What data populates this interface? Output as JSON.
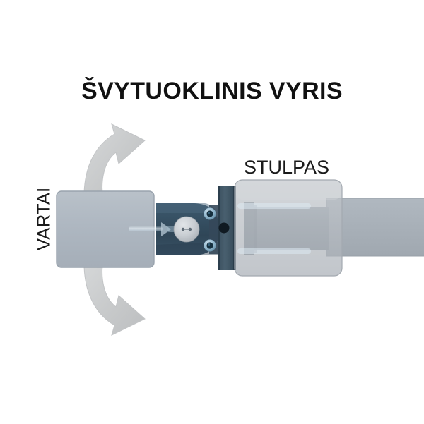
{
  "diagram": {
    "title": "ŠVYTUOKLINIS VYRIS",
    "labels": {
      "post": "STULPAS",
      "gate": "VARTAI"
    },
    "icons": {
      "arrow_up": "curved-arrow-up-icon",
      "arrow_down": "curved-arrow-down-icon",
      "hinge_cap": "hinge-center-cap-icon",
      "bolt_top": "socket-screw-top-icon",
      "bolt_bottom": "socket-screw-bottom-icon",
      "pivot_hole": "pivot-hole-icon",
      "ghost_bolt": "ghosted-bolt-shaft-icon"
    },
    "colors": {
      "background": "#ffffff",
      "title_text": "#111111",
      "label_text": "#1a1a1a",
      "gate_panel": "#aeb7c1",
      "gate_panel_edge": "#9aa4af",
      "post_box": "#b7bcc1",
      "post_box_edge": "#a3a9b0",
      "post_bar": "#a8b0b8",
      "hinge_body": "#3b5568",
      "hinge_body_dark": "#2c4152",
      "hinge_collar": "#44586a",
      "hinge_cap": "#c8cdd2",
      "bolt_ring": "#9fc2d6",
      "bolt_center": "#16303f",
      "pivot_hole": "#101a22",
      "arrow": "#c9cbcc",
      "arrow_edge": "#bdbfc1",
      "barrel": "#8e99a3",
      "ghost_highlight": "#d8e4ec"
    }
  }
}
